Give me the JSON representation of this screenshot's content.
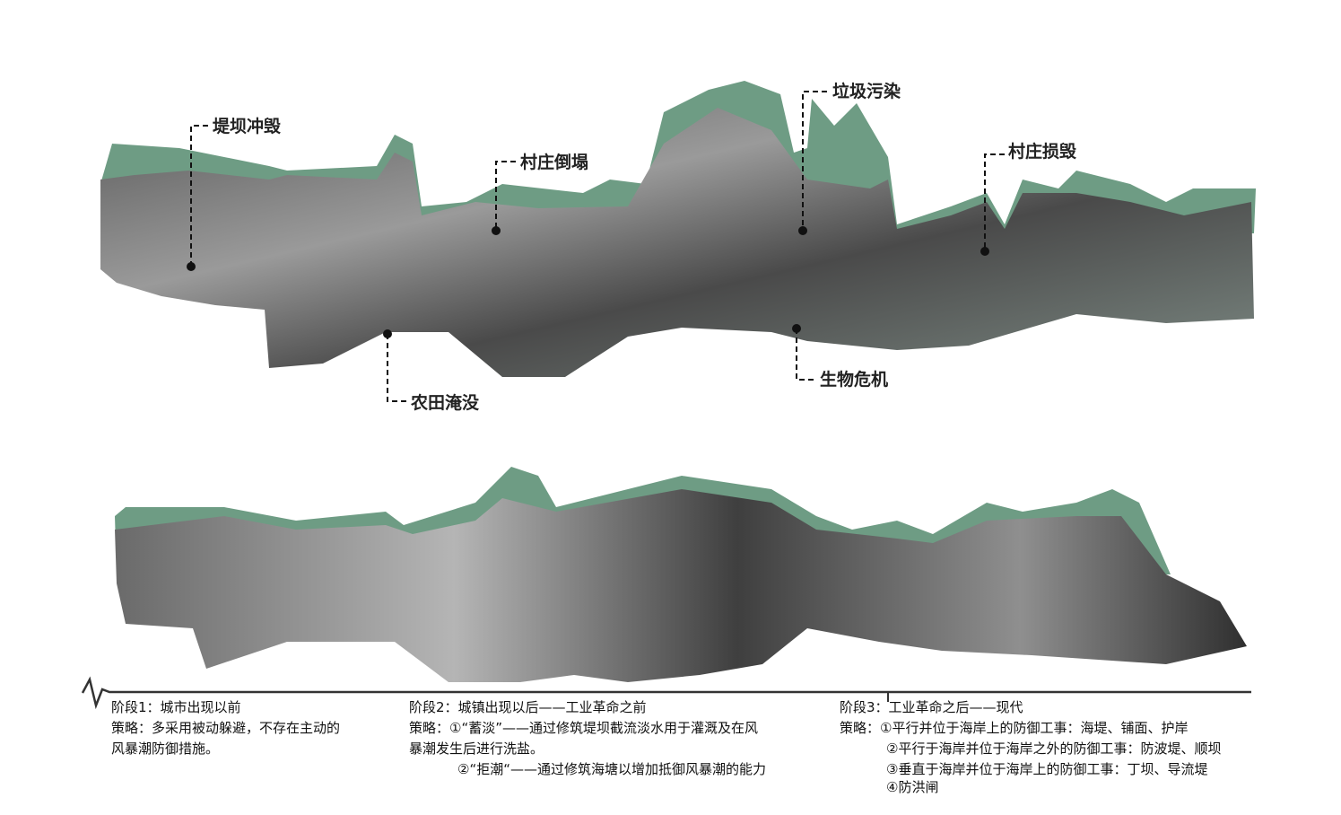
{
  "colors": {
    "accent_green": "#6e9c84",
    "photo_dark": "#3a3a3a",
    "photo_light": "#bdbdbd"
  },
  "impact_labels": [
    {
      "text": "堤坝冲毁"
    },
    {
      "text": "村庄倒塌"
    },
    {
      "text": "垃圾污染"
    },
    {
      "text": "村庄损毁"
    },
    {
      "text": "农田淹没"
    },
    {
      "text": "生物危机"
    }
  ],
  "stages": [
    {
      "title": "阶段1：城市出现以前",
      "strategy": [
        "策略：多采用被动躲避，不存在主动的",
        "风暴潮防御措施。"
      ]
    },
    {
      "title": "阶段2：城镇出现以后——工业革命之前",
      "strategy": [
        "策略：①“蓄淡”——通过修筑堤坝截流淡水用于灌溉及在风",
        "暴潮发生后进行洗盐。",
        "②“拒潮“——通过修筑海塘以增加抵御风暴潮的能力"
      ]
    },
    {
      "title": "阶段3：工业革命之后——现代",
      "strategy": [
        "策略：①平行并位于海岸上的防御工事：海堤、铺面、护岸",
        "②平行于海岸并位于海岸之外的防御工事：防波堤、顺坝",
        "③垂直于海岸并位于海岸上的防御工事：丁坝、导流堤",
        "④防洪闸"
      ]
    }
  ]
}
